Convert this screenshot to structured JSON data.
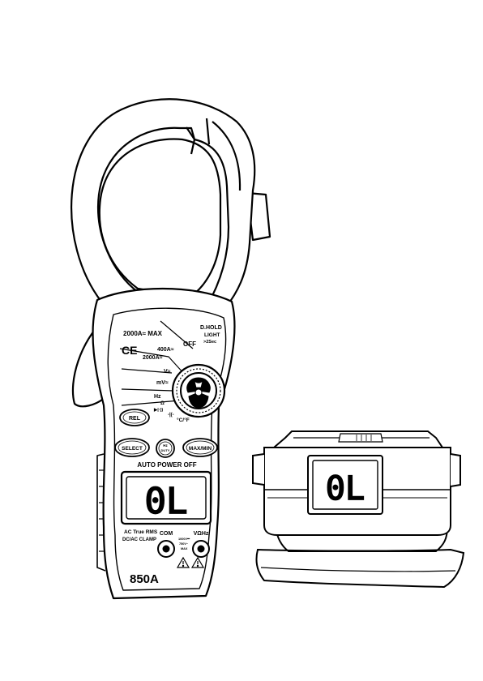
{
  "meter": {
    "model": "850A",
    "rotary_labels": {
      "max_range": "2000A≈ MAX",
      "off": "OFF",
      "dhold": "D.HOLD",
      "light": "LIGHT",
      "light_time": ">2Sec",
      "a400": "400A≈",
      "a2000": "2000A≈",
      "volts": "V≈",
      "millivolts": "mV≈",
      "hz": "Hz",
      "ohm": "Ω",
      "diode": "▶|·))",
      "cap": "-|(-",
      "temp": "°C/°F"
    },
    "ce_mark": "CE",
    "buttons": {
      "rel": "REL",
      "select": "SELECT",
      "hz_duty": "Hz",
      "hz_duty_sub": "DUTY",
      "max_min": "MAX/MIN"
    },
    "auto_power_off": "AUTO POWER OFF",
    "display_reading": "0L",
    "spec_line1": "AC True RMS",
    "spec_line2": "DC/AC CLAMP",
    "terminal_com": "COM",
    "terminal_v": "VΩHz",
    "ratings": [
      "1000V⎓",
      "750V~",
      "MAX"
    ]
  },
  "side_view": {
    "display_reading": "0L"
  }
}
